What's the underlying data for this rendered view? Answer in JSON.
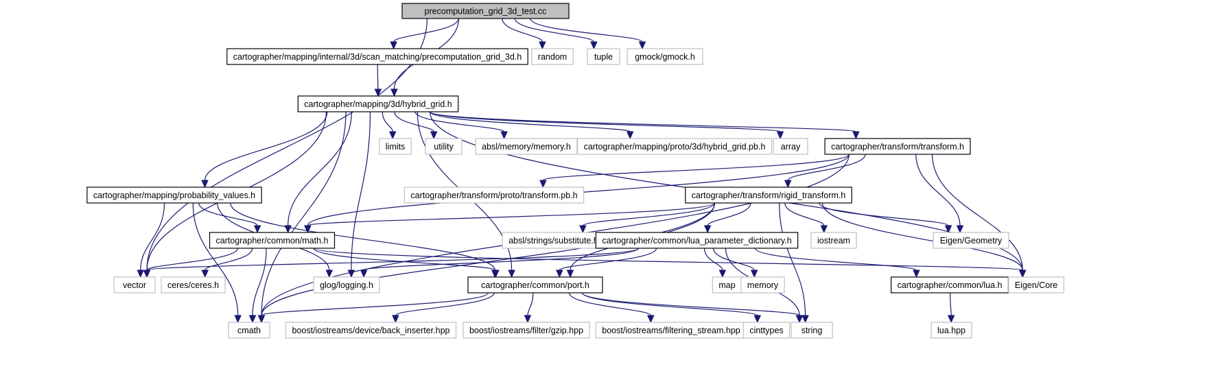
{
  "diagram": {
    "title": "Include dependency graph for precomputation_grid_3d_test.cc",
    "colors": {
      "edge": "#191970",
      "root_fill": "#bfbfbf",
      "root_border": "#000000",
      "documented_border": "#000000",
      "external_border": "#bfbfbf",
      "node_fill": "#ffffff"
    },
    "nodes": [
      {
        "id": "root",
        "label": "precomputation_grid_3d_test.cc",
        "kind": "root"
      },
      {
        "id": "pg3d",
        "label": "cartographer/mapping/internal/3d/scan_matching/precomputation_grid_3d.h",
        "kind": "documented"
      },
      {
        "id": "random",
        "label": "random",
        "kind": "external"
      },
      {
        "id": "tuple",
        "label": "tuple",
        "kind": "external"
      },
      {
        "id": "gmock",
        "label": "gmock/gmock.h",
        "kind": "external"
      },
      {
        "id": "hybrid",
        "label": "cartographer/mapping/3d/hybrid_grid.h",
        "kind": "documented"
      },
      {
        "id": "limits",
        "label": "limits",
        "kind": "external"
      },
      {
        "id": "utility",
        "label": "utility",
        "kind": "external"
      },
      {
        "id": "absl_mem",
        "label": "absl/memory/memory.h",
        "kind": "external"
      },
      {
        "id": "hybrid_pb",
        "label": "cartographer/mapping/proto/3d/hybrid_grid.pb.h",
        "kind": "external"
      },
      {
        "id": "array",
        "label": "array",
        "kind": "external"
      },
      {
        "id": "transform",
        "label": "cartographer/transform/transform.h",
        "kind": "documented"
      },
      {
        "id": "probvals",
        "label": "cartographer/mapping/probability_values.h",
        "kind": "documented"
      },
      {
        "id": "transform_pb",
        "label": "cartographer/transform/proto/transform.pb.h",
        "kind": "external"
      },
      {
        "id": "rigid",
        "label": "cartographer/transform/rigid_transform.h",
        "kind": "documented"
      },
      {
        "id": "math",
        "label": "cartographer/common/math.h",
        "kind": "documented"
      },
      {
        "id": "absl_sub",
        "label": "absl/strings/substitute.h",
        "kind": "external"
      },
      {
        "id": "luadict",
        "label": "cartographer/common/lua_parameter_dictionary.h",
        "kind": "documented"
      },
      {
        "id": "iostream",
        "label": "iostream",
        "kind": "external"
      },
      {
        "id": "eigen_geo",
        "label": "Eigen/Geometry",
        "kind": "external"
      },
      {
        "id": "vector",
        "label": "vector",
        "kind": "external"
      },
      {
        "id": "ceres",
        "label": "ceres/ceres.h",
        "kind": "external"
      },
      {
        "id": "glog",
        "label": "glog/logging.h",
        "kind": "external"
      },
      {
        "id": "port",
        "label": "cartographer/common/port.h",
        "kind": "documented"
      },
      {
        "id": "map",
        "label": "map",
        "kind": "external"
      },
      {
        "id": "memory",
        "label": "memory",
        "kind": "external"
      },
      {
        "id": "lua",
        "label": "cartographer/common/lua.h",
        "kind": "documented"
      },
      {
        "id": "eigen_core",
        "label": "Eigen/Core",
        "kind": "external"
      },
      {
        "id": "cmath",
        "label": "cmath",
        "kind": "external"
      },
      {
        "id": "back_ins",
        "label": "boost/iostreams/device/back_inserter.hpp",
        "kind": "external"
      },
      {
        "id": "gzip",
        "label": "boost/iostreams/filter/gzip.hpp",
        "kind": "external"
      },
      {
        "id": "filt",
        "label": "boost/iostreams/filtering_stream.hpp",
        "kind": "external"
      },
      {
        "id": "cinttypes",
        "label": "cinttypes",
        "kind": "external"
      },
      {
        "id": "string",
        "label": "string",
        "kind": "external"
      },
      {
        "id": "luahpp",
        "label": "lua.hpp",
        "kind": "external"
      }
    ],
    "edges": [
      [
        "root",
        "pg3d"
      ],
      [
        "root",
        "random"
      ],
      [
        "root",
        "tuple"
      ],
      [
        "root",
        "gmock"
      ],
      [
        "root",
        "hybrid"
      ],
      [
        "root",
        "vector"
      ],
      [
        "pg3d",
        "hybrid"
      ],
      [
        "hybrid",
        "limits"
      ],
      [
        "hybrid",
        "utility"
      ],
      [
        "hybrid",
        "absl_mem"
      ],
      [
        "hybrid",
        "hybrid_pb"
      ],
      [
        "hybrid",
        "array"
      ],
      [
        "hybrid",
        "transform"
      ],
      [
        "hybrid",
        "probvals"
      ],
      [
        "hybrid",
        "math"
      ],
      [
        "hybrid",
        "vector"
      ],
      [
        "hybrid",
        "glog"
      ],
      [
        "hybrid",
        "port"
      ],
      [
        "hybrid",
        "cmath"
      ],
      [
        "hybrid",
        "eigen_core"
      ],
      [
        "transform",
        "transform_pb"
      ],
      [
        "transform",
        "rigid"
      ],
      [
        "transform",
        "math"
      ],
      [
        "transform",
        "cmath"
      ],
      [
        "transform",
        "eigen_geo"
      ],
      [
        "transform",
        "eigen_core"
      ],
      [
        "probvals",
        "math"
      ],
      [
        "probvals",
        "vector"
      ],
      [
        "probvals",
        "glog"
      ],
      [
        "probvals",
        "port"
      ],
      [
        "probvals",
        "cmath"
      ],
      [
        "rigid",
        "math"
      ],
      [
        "rigid",
        "absl_sub"
      ],
      [
        "rigid",
        "luadict"
      ],
      [
        "rigid",
        "iostream"
      ],
      [
        "rigid",
        "eigen_geo"
      ],
      [
        "rigid",
        "eigen_core"
      ],
      [
        "rigid",
        "port"
      ],
      [
        "rigid",
        "cmath"
      ],
      [
        "rigid",
        "string"
      ],
      [
        "math",
        "vector"
      ],
      [
        "math",
        "ceres"
      ],
      [
        "math",
        "port"
      ],
      [
        "math",
        "cmath"
      ],
      [
        "math",
        "eigen_core"
      ],
      [
        "luadict",
        "map"
      ],
      [
        "luadict",
        "memory"
      ],
      [
        "luadict",
        "lua"
      ],
      [
        "luadict",
        "port"
      ],
      [
        "luadict",
        "glog"
      ],
      [
        "luadict",
        "vector"
      ],
      [
        "luadict",
        "string"
      ],
      [
        "port",
        "cmath"
      ],
      [
        "port",
        "back_ins"
      ],
      [
        "port",
        "gzip"
      ],
      [
        "port",
        "filt"
      ],
      [
        "port",
        "cinttypes"
      ],
      [
        "port",
        "string"
      ],
      [
        "lua",
        "luahpp"
      ]
    ]
  }
}
